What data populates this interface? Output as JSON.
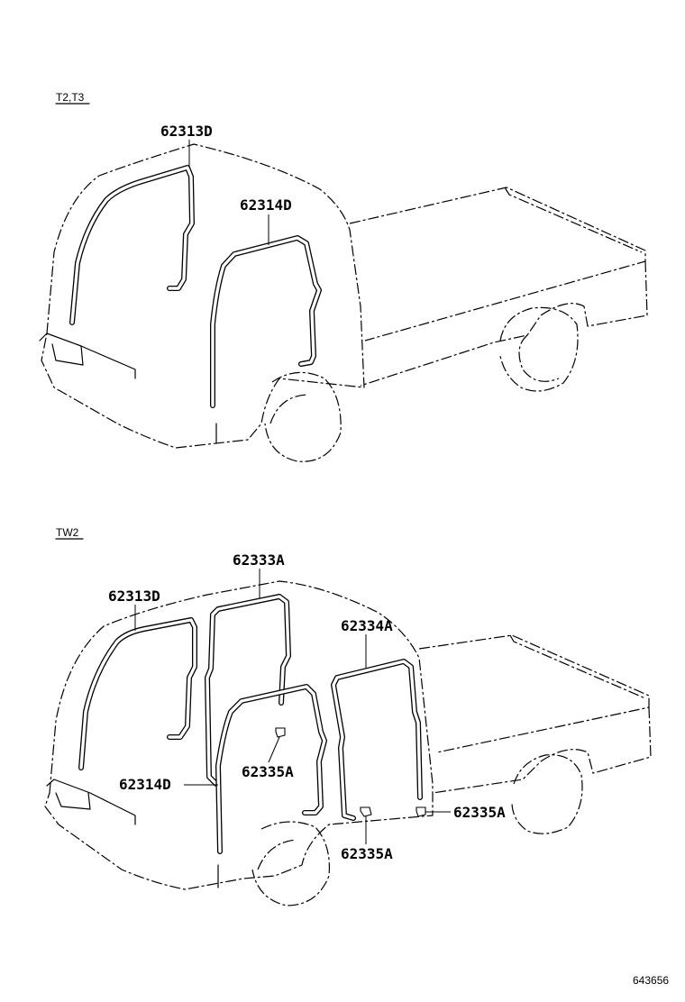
{
  "sections": [
    {
      "label": "T2,T3",
      "callouts": [
        "62313D",
        "62314D"
      ]
    },
    {
      "label": "TW2",
      "callouts": [
        "62333A",
        "62313D",
        "62334A",
        "62314D",
        "62335A",
        "62335A",
        "62335A"
      ]
    }
  ],
  "figure_number": "643656"
}
